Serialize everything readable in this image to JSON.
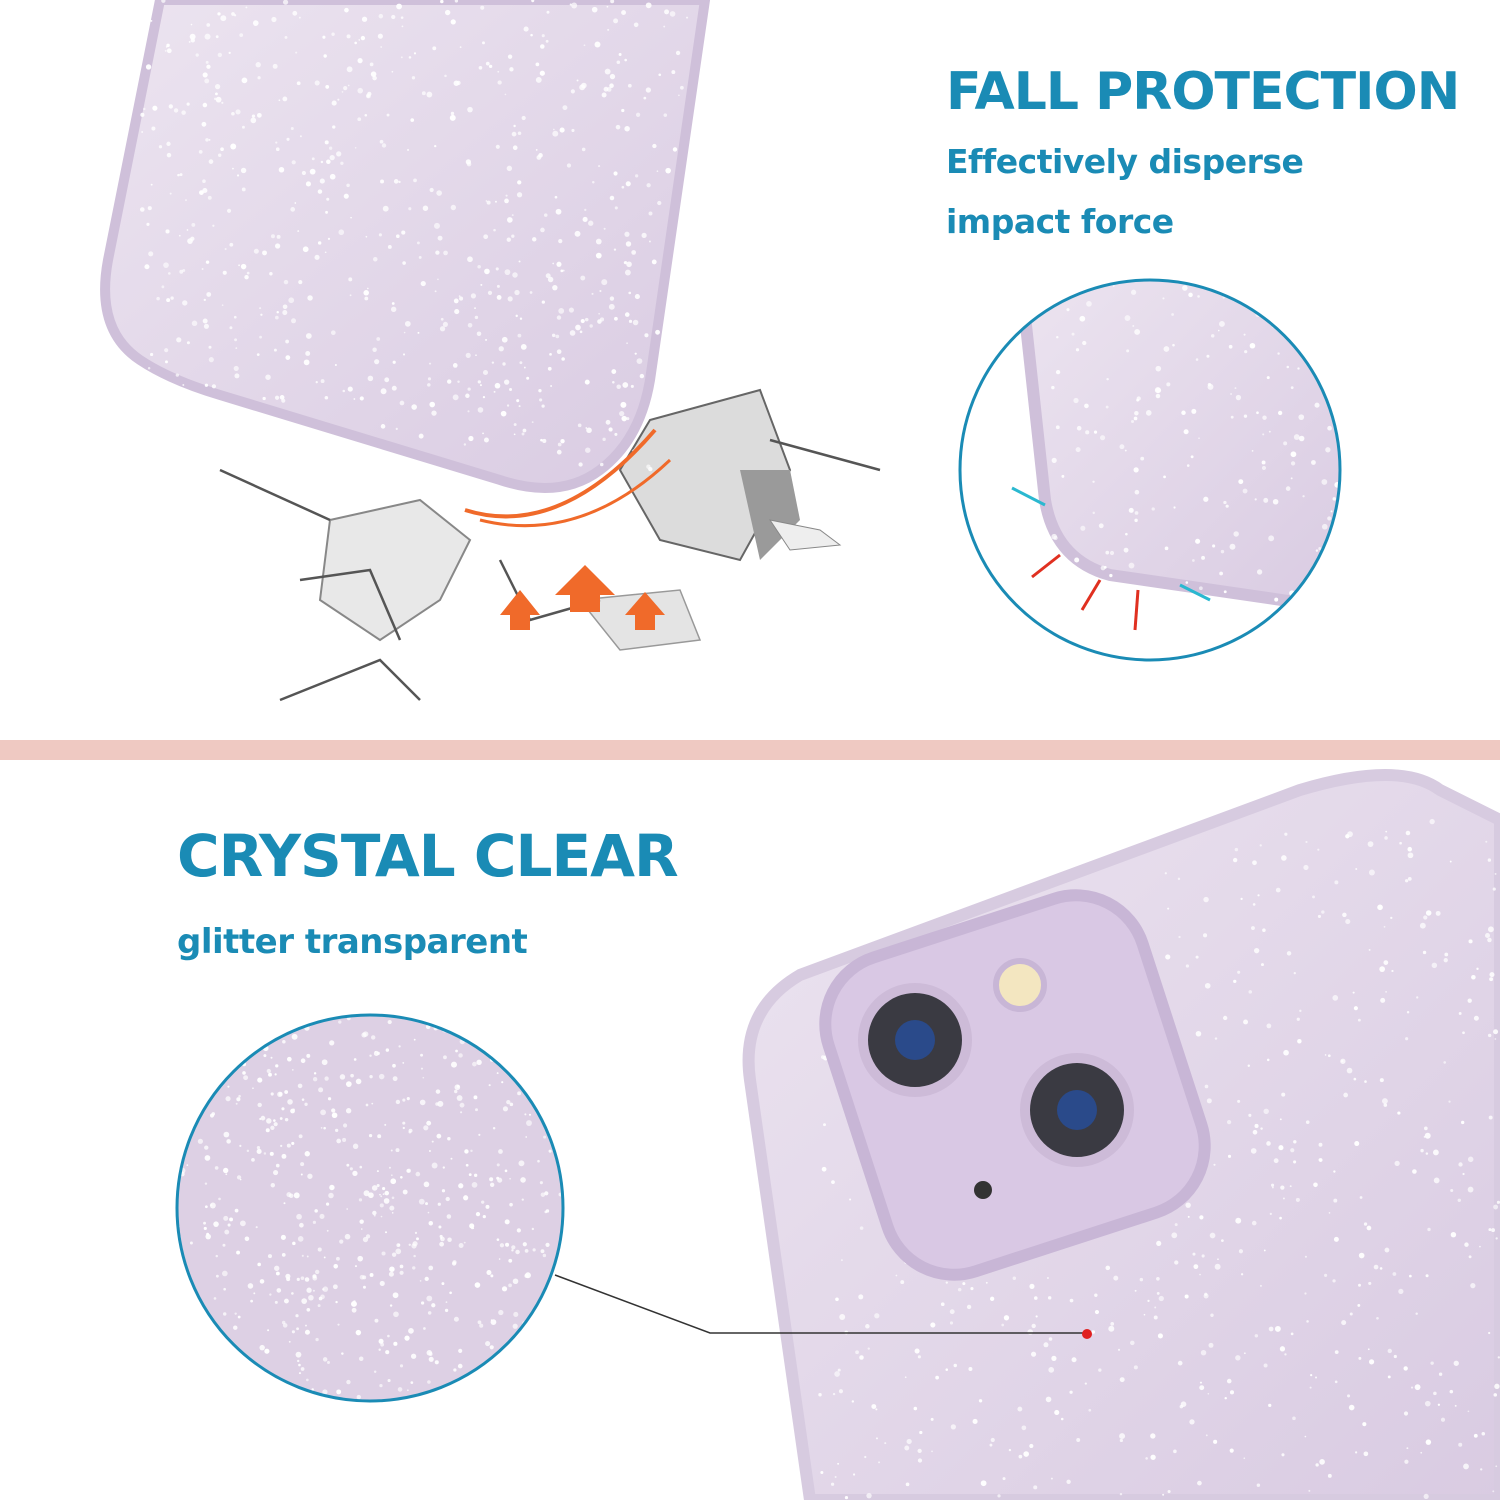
{
  "fall_protection": {
    "title": "FALL PROTECTION",
    "subtitle_line1": "Effectively disperse",
    "subtitle_line2": "impact force"
  },
  "crystal_clear": {
    "title": "CRYSTAL CLEAR",
    "subtitle": "glitter transparent"
  },
  "colors": {
    "accent": "#1a8bb5",
    "divider": "#efc9c2",
    "case_tint": "#e6dcea",
    "impact_arrow": "#f06a2a",
    "pointer_dot": "#e02020"
  }
}
